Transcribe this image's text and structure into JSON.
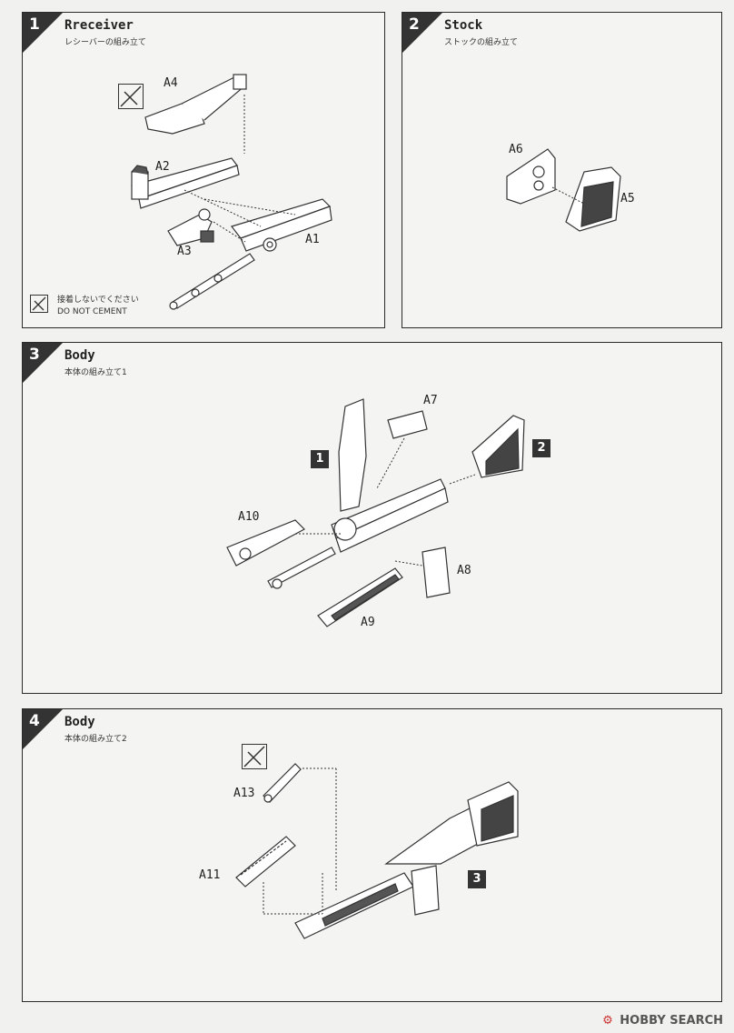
{
  "steps": [
    {
      "num": "1",
      "title": "Rreceiver",
      "subtitle": "レシーバーの組み立て"
    },
    {
      "num": "2",
      "title": "Stock",
      "subtitle": "ストックの組み立て"
    },
    {
      "num": "3",
      "title": "Body",
      "subtitle": "本体の組み立て1"
    },
    {
      "num": "4",
      "title": "Body",
      "subtitle": "本体の組み立て2"
    }
  ],
  "parts": {
    "a1": "A1",
    "a2": "A2",
    "a3": "A3",
    "a4": "A4",
    "a5": "A5",
    "a6": "A6",
    "a7": "A7",
    "a8": "A8",
    "a9": "A9",
    "a10": "A10",
    "a11": "A11",
    "a13": "A13"
  },
  "refs": {
    "ref1": "1",
    "ref2": "2",
    "ref3": "3"
  },
  "legend": {
    "jp": "接着しないでください",
    "en": "DO NOT CEMENT"
  },
  "watermark": {
    "logo": "⚙",
    "text": "HOBBY SEARCH"
  }
}
